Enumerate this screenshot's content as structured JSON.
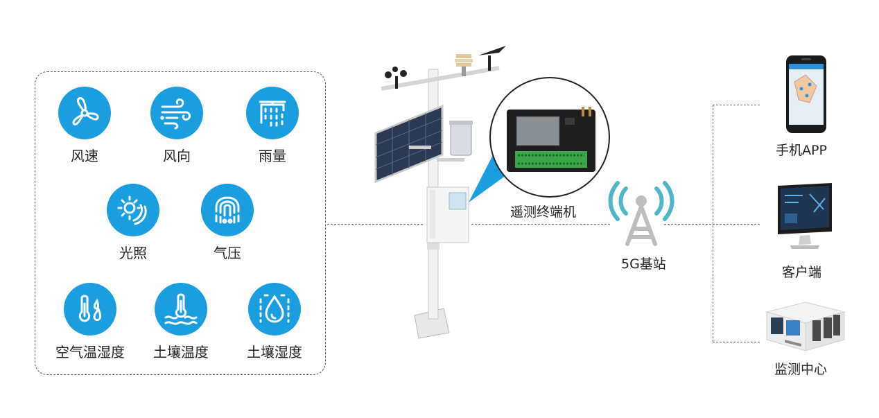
{
  "sensors": [
    {
      "label": "风速",
      "icon": "anemometer-icon"
    },
    {
      "label": "风向",
      "icon": "wind-icon"
    },
    {
      "label": "雨量",
      "icon": "rain-icon"
    },
    {
      "label": "光照",
      "icon": "sun-icon"
    },
    {
      "label": "气压",
      "icon": "pressure-icon"
    },
    {
      "label": "空气温湿度",
      "icon": "thermometer-drops-icon"
    },
    {
      "label": "土壤温度",
      "icon": "soil-thermometer-icon"
    },
    {
      "label": "土壤湿度",
      "icon": "soil-drop-icon"
    }
  ],
  "terminal": {
    "label": "遥测终端机"
  },
  "base_station": {
    "label": "5G基站"
  },
  "clients": [
    {
      "label": "手机APP",
      "icon": "smartphone-icon"
    },
    {
      "label": "客户端",
      "icon": "monitor-icon"
    },
    {
      "label": "监测中心",
      "icon": "control-room-icon"
    }
  ],
  "colors": {
    "accent": "#1a9ee0",
    "signal": "#4fb6c8",
    "dash": "#666666"
  }
}
